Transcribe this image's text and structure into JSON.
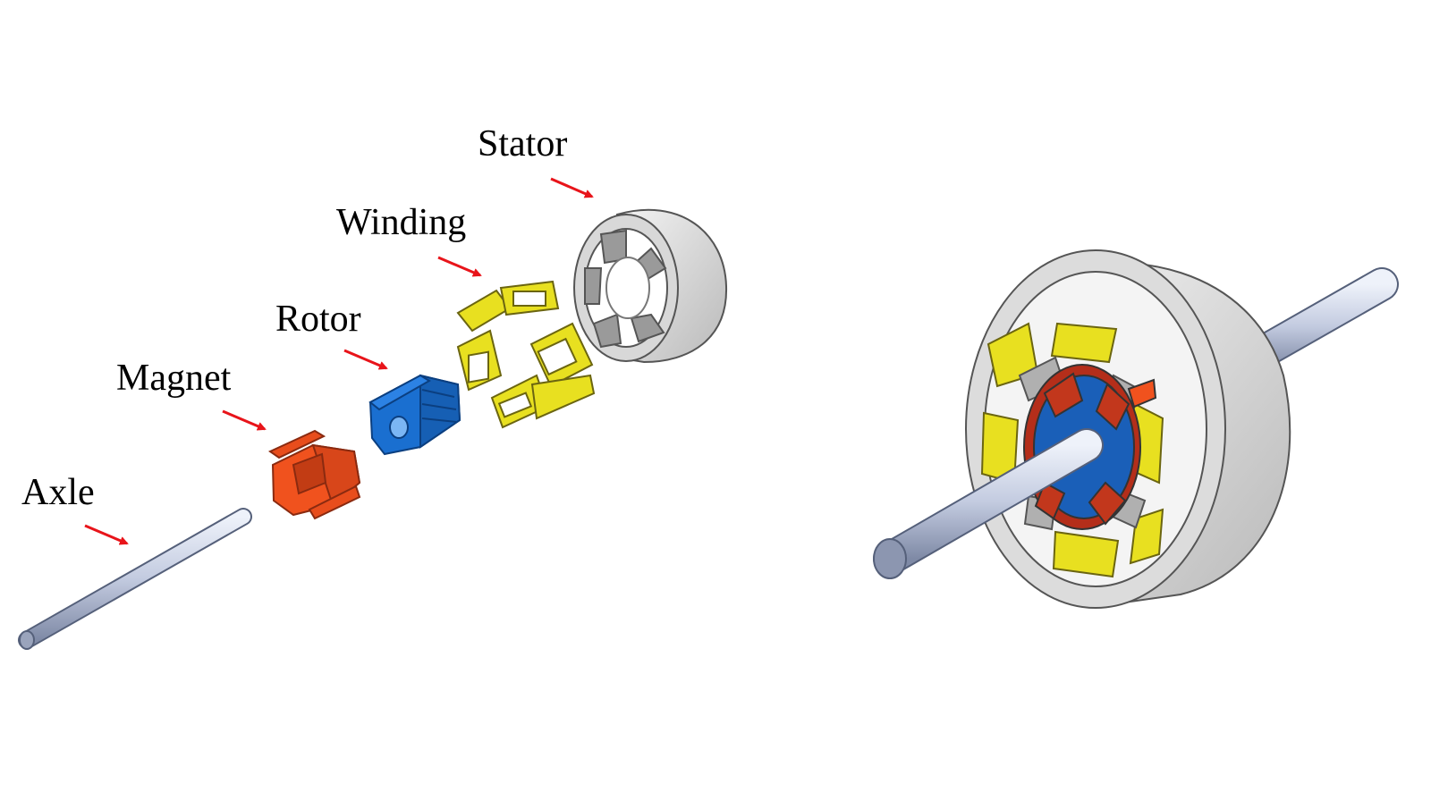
{
  "labels": {
    "axle": "Axle",
    "magnet": "Magnet",
    "rotor": "Rotor",
    "winding": "Winding",
    "stator": "Stator"
  },
  "colors": {
    "arrow": "#e8141a",
    "axle": "#c8d0e0",
    "magnet": "#f0521e",
    "rotor": "#1a6fd0",
    "winding": "#e8e020",
    "stator": "#e6e6e6",
    "background": "#ffffff"
  }
}
